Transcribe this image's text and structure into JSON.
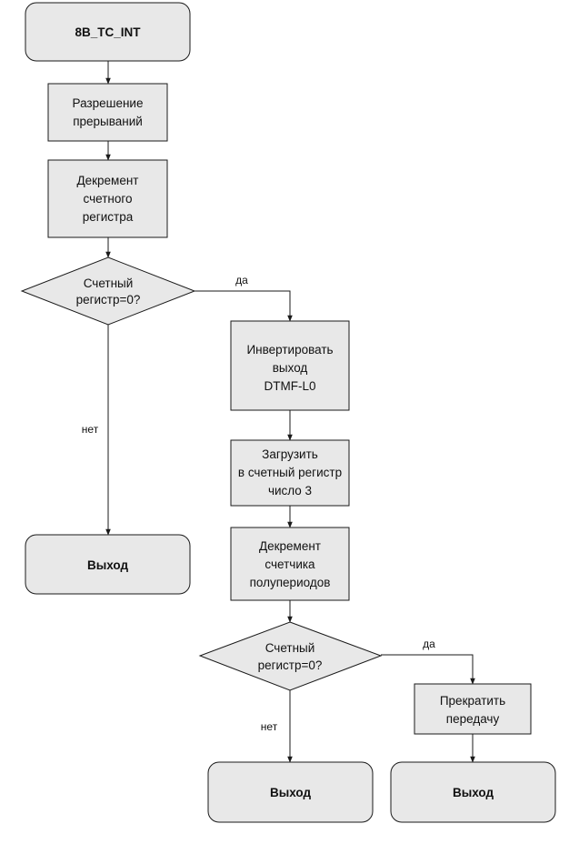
{
  "diagram": {
    "nodes": {
      "start": {
        "type": "terminal",
        "lines": [
          "8B_TC_INT"
        ]
      },
      "enable_interrupts": {
        "type": "process",
        "lines": [
          "Разрешение",
          "прерываний"
        ]
      },
      "decrement_counter": {
        "type": "process",
        "lines": [
          "Декремент",
          "счетного",
          "регистра"
        ]
      },
      "decision_counter_1": {
        "type": "decision",
        "lines": [
          "Счетный",
          "регистр=0?"
        ]
      },
      "exit_left": {
        "type": "terminal",
        "lines": [
          "Выход"
        ]
      },
      "invert_output": {
        "type": "process",
        "lines": [
          "Инвертировать",
          "выход",
          "DTMF-L0"
        ]
      },
      "load_counter": {
        "type": "process",
        "lines": [
          "Загрузить",
          "в счетный регистр",
          "число 3"
        ]
      },
      "decrement_halfperiods": {
        "type": "process",
        "lines": [
          "Декремент",
          "счетчика",
          "полупериодов"
        ]
      },
      "decision_counter_2": {
        "type": "decision",
        "lines": [
          "Счетный",
          "регистр=0?"
        ]
      },
      "stop_transmission": {
        "type": "process",
        "lines": [
          "Прекратить",
          "передачу"
        ]
      },
      "exit_bottom_middle": {
        "type": "terminal",
        "lines": [
          "Выход"
        ]
      },
      "exit_bottom_right": {
        "type": "terminal",
        "lines": [
          "Выход"
        ]
      }
    },
    "edge_labels": {
      "d1_yes": "да",
      "d1_no": "нет",
      "d2_yes": "да",
      "d2_no": "нет"
    }
  }
}
